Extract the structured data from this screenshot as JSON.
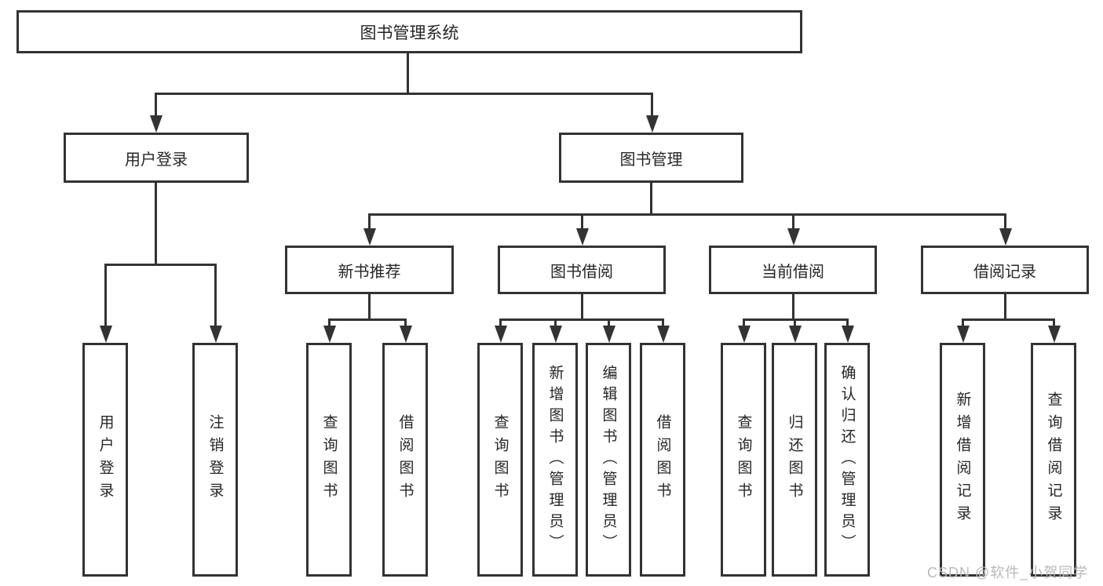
{
  "diagram_title": "图书管理系统",
  "nodes": {
    "root": "图书管理系统",
    "user_login": "用户登录",
    "book_management": "图书管理",
    "new_book_recommend": "新书推荐",
    "book_borrowing": "图书借阅",
    "current_borrowing": "当前借阅",
    "borrowing_records": "借阅记录",
    "leaf_user_login": "用户登录",
    "leaf_logout": "注销登录",
    "leaf_query_books_a": "查询图书",
    "leaf_borrow_books_a": "借阅图书",
    "leaf_query_books_b": "查询图书",
    "leaf_add_books_admin": "新增图书（管理员）",
    "leaf_edit_books_admin": "编辑图书（管理员）",
    "leaf_borrow_books_b": "借阅图书",
    "leaf_query_books_c": "查询图书",
    "leaf_return_books": "归还图书",
    "leaf_confirm_return_admin": "确认归还（管理员）",
    "leaf_add_borrow_record": "新增借阅记录",
    "leaf_query_borrow_record": "查询借阅记录"
  },
  "hierarchy": {
    "图书管理系统": [
      "用户登录",
      "图书管理"
    ],
    "用户登录": [
      "用户登录",
      "注销登录"
    ],
    "图书管理": [
      "新书推荐",
      "图书借阅",
      "当前借阅",
      "借阅记录"
    ],
    "新书推荐": [
      "查询图书",
      "借阅图书"
    ],
    "图书借阅": [
      "查询图书",
      "新增图书（管理员）",
      "编辑图书（管理员）",
      "借阅图书"
    ],
    "当前借阅": [
      "查询图书",
      "归还图书",
      "确认归还（管理员）"
    ],
    "借阅记录": [
      "新增借阅记录",
      "查询借阅记录"
    ]
  },
  "watermark": "CSDN @软件_小贺同学",
  "colors": {
    "line": "#333333",
    "text": "#262626",
    "watermark": "#b9b9b9",
    "background": "#ffffff"
  }
}
